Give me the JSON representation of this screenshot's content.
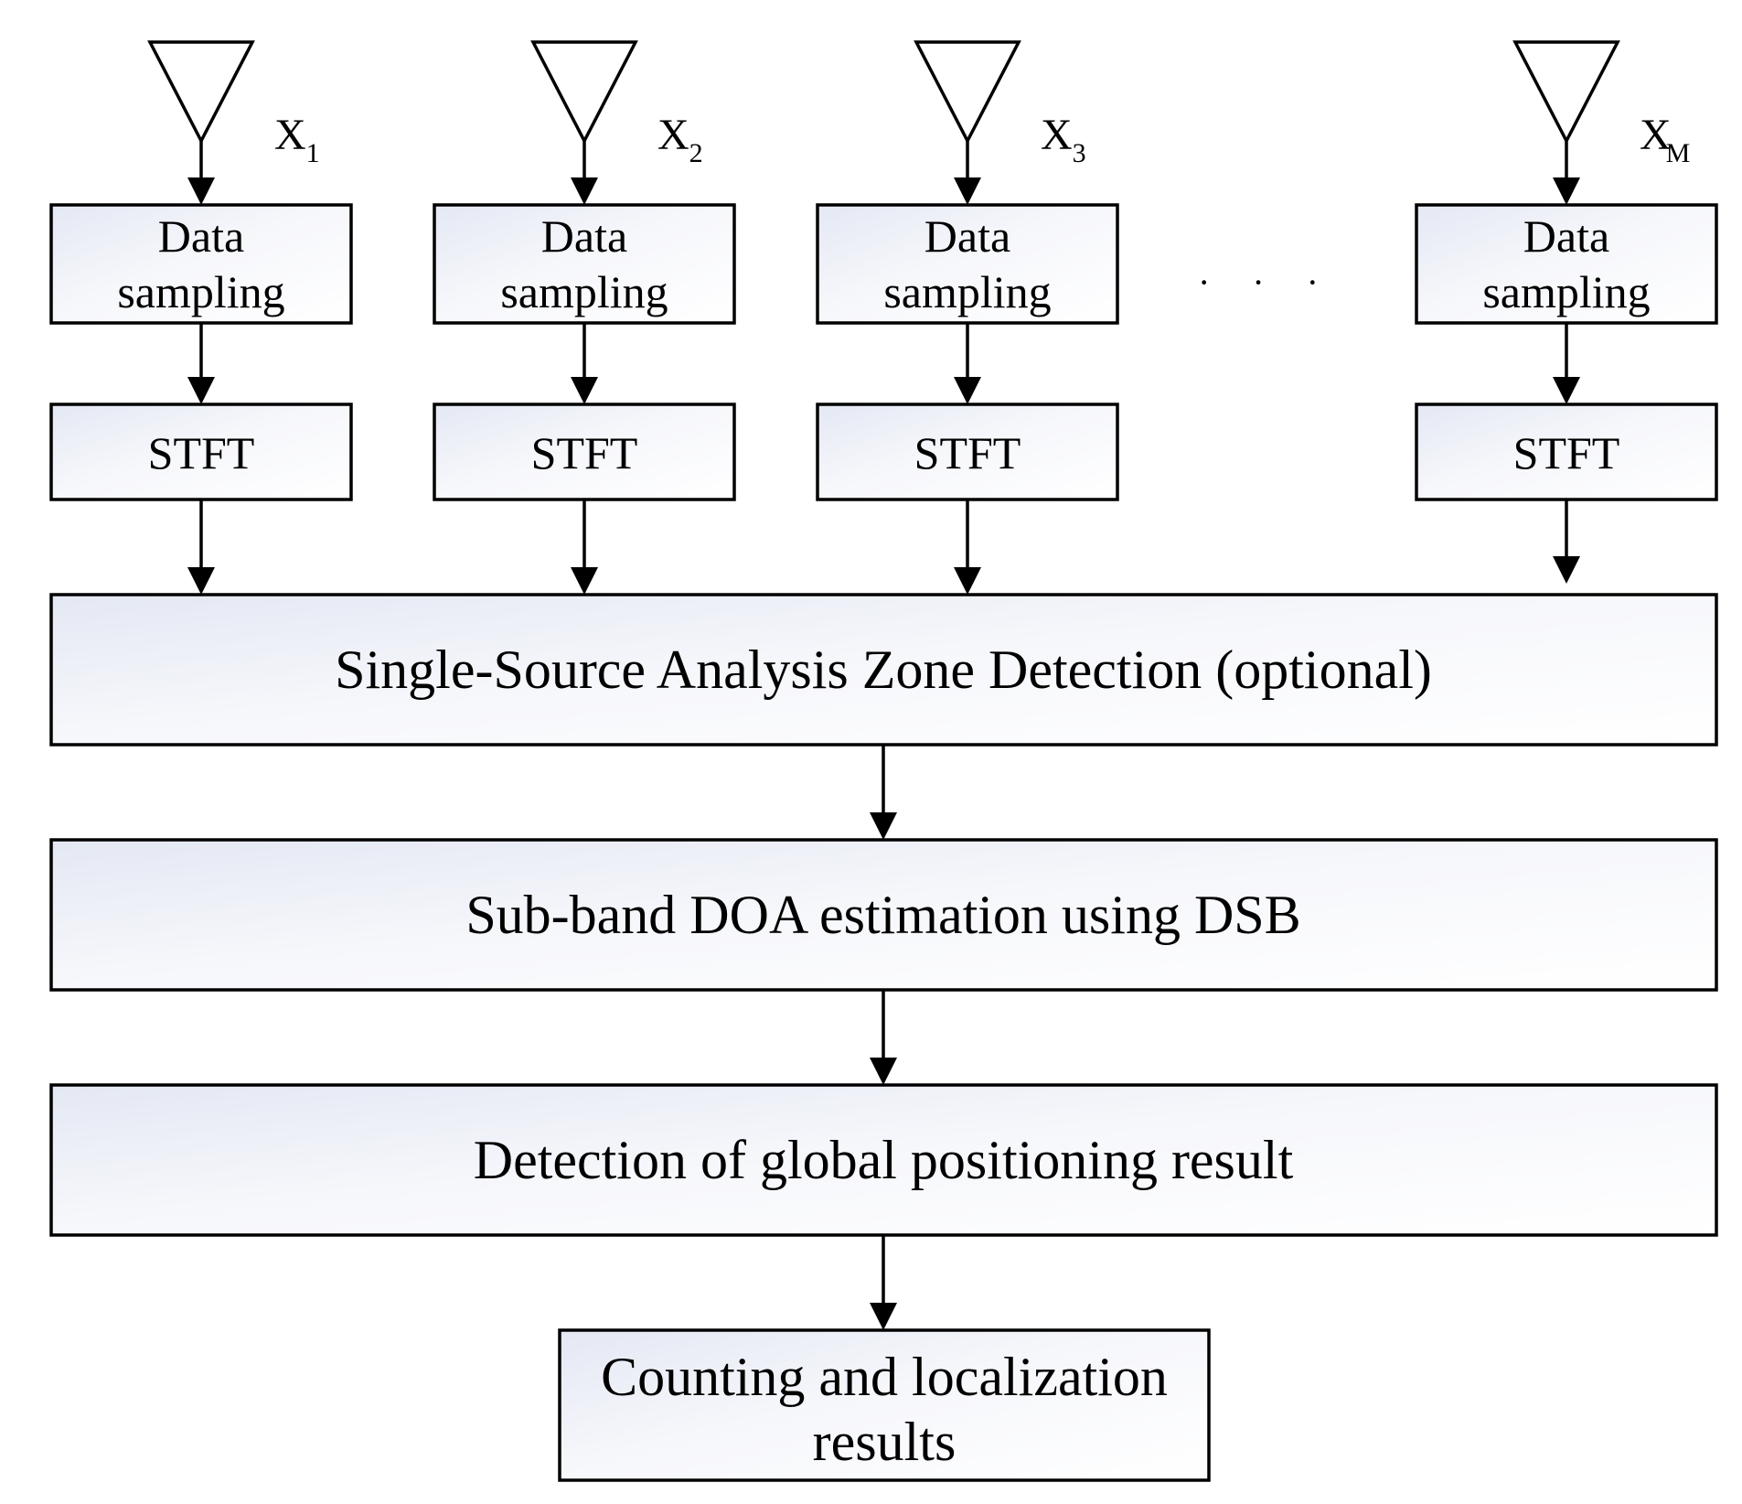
{
  "antennas": [
    {
      "label": "X",
      "sub": "1"
    },
    {
      "label": "X",
      "sub": "2"
    },
    {
      "label": "X",
      "sub": "3"
    },
    {
      "label": "X",
      "sub": "M"
    }
  ],
  "branch_boxes": {
    "sampling_line1": "Data",
    "sampling_line2": "sampling",
    "stft": "STFT"
  },
  "ellipsis": "· · ·",
  "stages": [
    {
      "label": "Single-Source Analysis Zone Detection (optional)"
    },
    {
      "label": "Sub-band DOA estimation using DSB"
    },
    {
      "label": "Detection of global positioning result"
    }
  ],
  "final": {
    "line1": "Counting and localization",
    "line2": "results"
  }
}
